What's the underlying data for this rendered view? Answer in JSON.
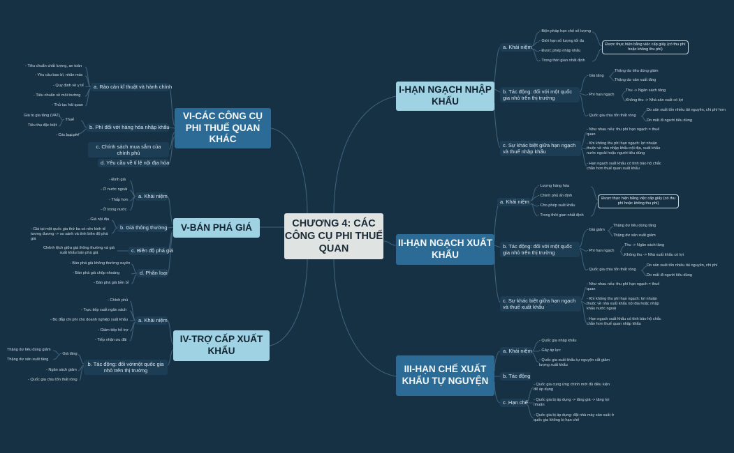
{
  "center": "CHƯƠNG 4: CÁC CÔNG CỤ PHI THUẾ QUAN",
  "branches": {
    "b1": {
      "title": "I-HẠN NGẠCH NHẬP KHẨU",
      "a": {
        "label": "a. Khái niệm",
        "items": [
          "- Biện pháp hạn chế số lượng",
          "- Giới hạn số lượng tối đa",
          "- Được phép nhập khẩu",
          "- Trong thời gian nhất định"
        ],
        "note": "Được thực hiện bằng việc cấp giấy (có thu phí hoặc không thu phí)"
      },
      "b": {
        "label": "b. Tác động: đối với một quốc gia nhỏ trên thị trường",
        "gia_tang": "- Giá tăng",
        "gia_tang_items": [
          "Thặng dư tiêu dùng giảm",
          "Thặng dư sản xuất tăng"
        ],
        "phi_han_ngach": "- Phí hạn ngạch",
        "phi_items": [
          "Thu -> Ngân sách tăng",
          "Không thu -> Nhà sản xuất có lợi"
        ],
        "chiu_ton_that": "- Quốc gia chịu tổn thất ròng",
        "ton_that_items": [
          "Do sản xuất tốn nhiều tài nguyên, chi phí hơn",
          "Do mất đi người tiêu dùng"
        ]
      },
      "c": {
        "label": "c. Sự khác biệt giữa hạn ngạch và thuế nhập khẩu",
        "items": [
          "- Như nhau nếu: thu phí hạn ngạch = thuế quan",
          "- Khi không thu phí hạn ngạch: lợi nhuận thuộc về nhà nhập khẩu nội địa, xuất khẩu nước ngoài hoặc người tiêu dùng",
          "- Hạn ngạch xuất khẩu có tính bảo hộ chắc chắn hơn thuế quan xuất khẩu"
        ]
      }
    },
    "b2": {
      "title": "II-HẠN NGẠCH XUẤT KHẨU",
      "a": {
        "label": "a. Khái niệm",
        "items": [
          "- Lượng hàng hóa",
          "- Chính phủ ấn định",
          "- Cho phép xuất khẩu",
          "- Trong thời gian nhất định"
        ],
        "note": "Được thực hiện bằng việc cấp giấy (có thu phí hoặc không thu phí)"
      },
      "b": {
        "label": "b. Tác động: đối với một quốc gia nhỏ trên thị trường",
        "gia_giam": "- Giá giảm",
        "gia_giam_items": [
          "Thặng dư tiêu dùng tăng",
          "Thặng dư sản xuất giảm"
        ],
        "phi_han_ngach": "- Phí hạn ngạch",
        "phi_items": [
          "Thu -> Ngân sách tăng",
          "Không thu -> Nhà xuất khẩu có lợi"
        ],
        "chiu_ton_that": "- Quốc gia chịu tổn thất ròng",
        "ton_that_items": [
          "Do sản xuất tốn nhiều tài nguyên, chi phí",
          "Do mất đi người tiêu dùng"
        ]
      },
      "c": {
        "label": "c. Sự khác biệt giữa hạn ngạch và thuế xuất khẩu",
        "items": [
          "- Như nhau nếu: thu phí hạn ngạch = thuế quan",
          "- Khi không thu phí hạn ngạch: lợi nhuận thuộc về nhà xuất khẩu nội địa hoặc nhập khẩu nước ngoài",
          "- Hạn ngạch xuất khẩu có tính bảo hộ chắc chắn hơn thuế quan nhập khẩu"
        ]
      }
    },
    "b3": {
      "title": "III-HẠN CHẾ XUẤT KHẨU TỰ NGUYỆN",
      "a": {
        "label": "a. Khái niệm",
        "items": [
          "- Quốc gia nhập khẩu",
          "- Gây áp lực",
          "- Quốc gia xuất khẩu tự nguyện cắt giảm lượng xuất khẩu"
        ]
      },
      "b": {
        "label": "b. Tác động"
      },
      "c": {
        "label": "c. Hạn chế",
        "items": [
          "- Quốc gia cung ứng chính mới đủ điều kiện để áp dụng",
          "- Quốc gia bị áp dụng -> tăng giá -> tăng lợi nhuận",
          "- Quốc gia bị áp dụng: đặt nhà máy sản xuất ở quốc gia không bị hạn chế"
        ]
      }
    },
    "b4": {
      "title": "IV-TRỢ CẤP XUẤT KHẨU",
      "a": {
        "label": "a. Khái niệm",
        "items": [
          "- Chính phủ",
          "- Trực tiếp xuất ngân sách",
          "- Bù đắp chi phí cho doanh nghiệp xuất khẩu",
          "- Giảm tiếp hỗ trợ",
          "- Tiếp nhận ưu đãi"
        ]
      },
      "b": {
        "label": "b. Tác động: đối vớimột quốc gia nhỏ trên thị trường",
        "gia_tang": "- Giá tăng",
        "gia_tang_items": [
          "Thặng dư tiêu dùng giảm",
          "Thặng dư sản xuất tăng"
        ],
        "ngan_sach": "- Ngân sách giảm",
        "ton_that": "- Quốc gia chịu tổn thất ròng"
      }
    },
    "b5": {
      "title": "V-BÁN PHÁ GIÁ",
      "a": {
        "label": "a. Khái niệm",
        "items": [
          "- Định giá",
          "- Ở nước ngoài",
          "- Thấp hơn",
          "- Ở trong nước"
        ]
      },
      "b": {
        "label": "b. Giá thông thường",
        "items": [
          "- Giá nội địa",
          "- Giá tại một quốc gia thứ ba có nền kinh tế tương đương -> so sánh và tính biên độ phá giá"
        ]
      },
      "c": {
        "label": "c. Biên độ phá giá",
        "note": "Chênh lệch giữa giá thông thường và giá xuất khẩu bán phá giá"
      },
      "d": {
        "label": "d. Phân loại",
        "items": [
          "- Bán phá giá không thường xuyên",
          "- Bán phá giá chộp nhoáng",
          "- Bán phá giá bền bỉ"
        ]
      }
    },
    "b6": {
      "title": "VI-CÁC CÔNG CỤ PHI THUẾ QUAN KHÁC",
      "a": {
        "label": "a. Rào cản kĩ thuật và hành chính",
        "items": [
          "- Tiêu chuẩn chất lượng, an toàn",
          "- Yêu cầu bao bì, nhãn mác",
          "- Quy định về y tế",
          "- Tiêu chuẩn về môi trường",
          "- Thủ tục hải quan"
        ]
      },
      "b": {
        "label": "b. Phí đối với hàng hóa nhập khẩu",
        "thue": "- Thuế",
        "thue_items": [
          "Giá trị gia tăng (VAT)",
          "Tiêu thụ đặc biệt"
        ],
        "cac_loai_phi": "- Các loại phí"
      },
      "c": {
        "label": "c. Chính sách mua sắm của chính phủ"
      },
      "d": {
        "label": "d. Yêu cầu về tỉ lệ nội địa hóa"
      }
    }
  },
  "colors": {
    "background": "#163044",
    "light_box": "#9fd3e3",
    "dark_box": "#2b6b95",
    "center_box": "#dfe3e2",
    "line": "#40617a"
  }
}
